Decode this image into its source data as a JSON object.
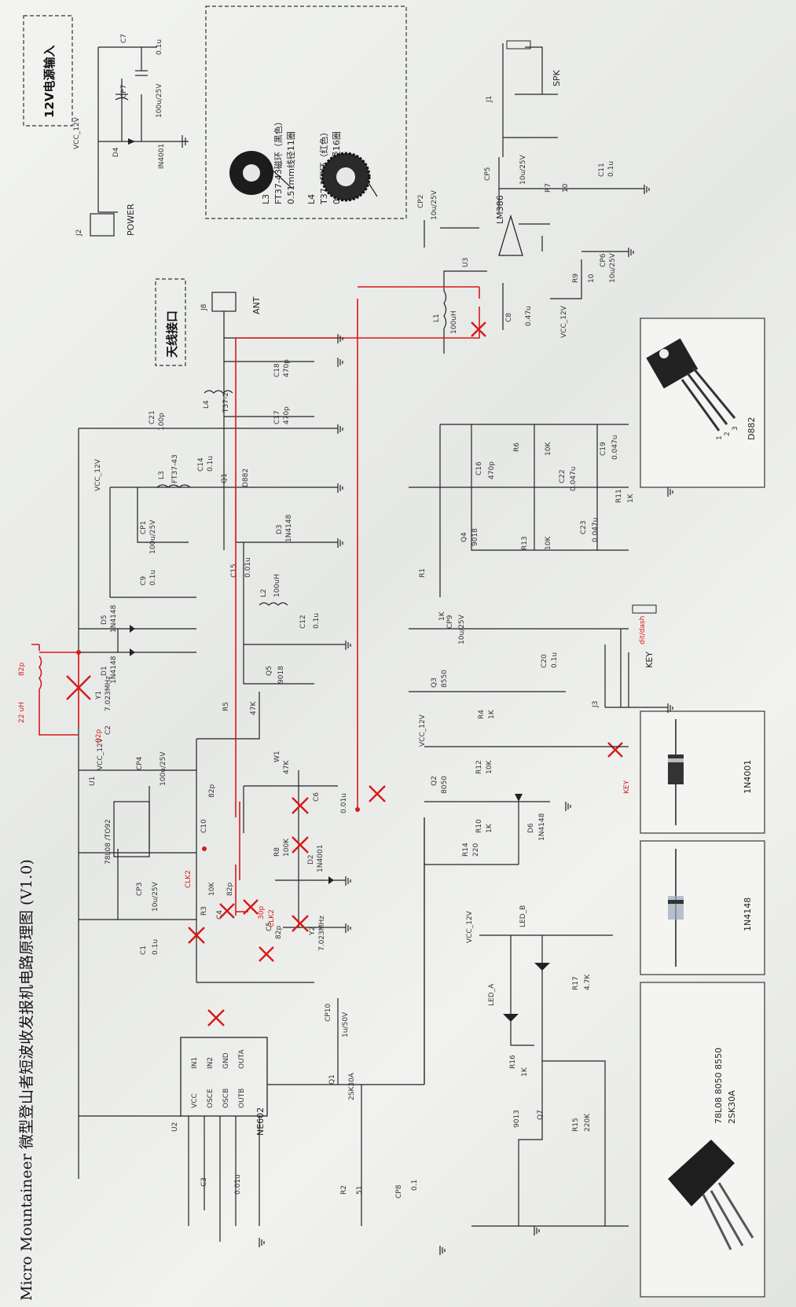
{
  "title": "Micro Mountaineer 微型登山者短波收发报机电路原理图 (V1.0)",
  "power_section": {
    "header": "12V电源输入",
    "vcc": "VCC_12V",
    "connector": "J2",
    "connector_label": "POWER",
    "diode": {
      "ref": "D4",
      "part": "IN4001"
    },
    "c7": {
      "ref": "C7",
      "value": "0.1u"
    },
    "cp7": {
      "ref": "CP7",
      "value": "100u/25V"
    }
  },
  "toroid_note": {
    "l3": "L3",
    "l3_desc": "FT37-43磁环（黑色）",
    "l3_wire": "0.51mm线径11圈",
    "l4": "L4",
    "l4_desc": "T37-2磁环（红色）",
    "l4_wire": "0.51mm线径16圈"
  },
  "antenna": {
    "header": "天线接口",
    "ref": "J8",
    "label": "ANT"
  },
  "audio": {
    "amp": "LM386",
    "amp_ref": "U3",
    "cp2": "CP2",
    "cp2_val": "10u/25V",
    "cp5": "CP5",
    "cp5_val": "10u/25V",
    "cp6": "CP6",
    "cp6_val": "10u/25V",
    "r7": "R7",
    "r7_val": "10",
    "c11": "C11",
    "c11_val": "0.1u",
    "r9": "R9",
    "r9_val": "10",
    "c8": "C8",
    "c8_val": "0.47u",
    "l1": "L1",
    "l1_val": "100uH",
    "jack": "J1",
    "spk": "SPK",
    "vcc": "VCC_12V"
  },
  "pa": {
    "q1": "Q1",
    "q1_part": "D882",
    "l3": "L3",
    "l3_part": "FT37-43",
    "l4": "L4",
    "l4_part": "T37-2",
    "c17": "C17",
    "c17_val": "470p",
    "c18": "C18",
    "c18_val": "470p",
    "c14": "C14",
    "c14_val": "0.1u",
    "c21": "C21",
    "c21_val": "100p",
    "cp1": "CP1",
    "cp1_val": "100u/25V",
    "c9": "C9",
    "c9_val": "0.1u",
    "d3": "D3",
    "d3_part": "1N4148",
    "c15": "C15",
    "c15_val": "0.01u",
    "l2": "L2",
    "l2_val": "100uH",
    "c12": "C12",
    "c12_val": "0.1u",
    "q5": "Q5",
    "q5_part": "9018",
    "r5": "R5",
    "r5_val": "47K",
    "vcc": "VCC_12V"
  },
  "osc": {
    "d5": "D5",
    "d5_part": "1N4148",
    "d1": "D1",
    "d1_part": "1N4148",
    "y1": "Y1",
    "y1_val": "7.023MHz",
    "c2": "C2",
    "r1": "22 uH",
    "r2": "82p",
    "r3": "82p",
    "u1": "U1",
    "u1_part": "78L08 /TO92",
    "cp4": "CP4",
    "cp4_val": "100u/25V",
    "cp3": "CP3",
    "cp3_val": "10u/25V",
    "c1": "C1",
    "c1_val": "0.1u",
    "c10": "C10",
    "c10_val": "82p",
    "clk2": "CLK2",
    "r3r": "R3",
    "r3r_val": "10K",
    "c4": "C4",
    "c4_val": "82p",
    "c5": "C5",
    "c5_val": "82p",
    "y2": "Y2",
    "y2_val": "7.023MHz",
    "d2": "D2",
    "d2_part": "1N4001",
    "r8": "R8",
    "r8_val": "100K",
    "c6": "C6",
    "c6_val": "0.01u",
    "w1": "W1",
    "w1_val": "47K",
    "add_cap": "30p",
    "add_cap_lbl": "CLK2",
    "vcc": "VCC_12V"
  },
  "mixer": {
    "u2": "U2",
    "u2_part": "NE602",
    "pins_left": [
      "IN1",
      "IN2",
      "GND",
      "OUTA"
    ],
    "pins_right": [
      "VCC",
      "OSCE",
      "OSCB",
      "OUTB"
    ],
    "c3": "C3",
    "c3_val": "0.01u",
    "r2": "R2",
    "r2_val": "51",
    "cp8": "CP8",
    "cp8_val": "0.1",
    "q1": "Q1",
    "q1_part": "2SK30A",
    "cp10": "CP10",
    "cp10_val": "1u/50V"
  },
  "sidetone": {
    "q4": "Q4",
    "q4_part": "9018",
    "c16": "C16",
    "c16_val": "470p",
    "r6": "R6",
    "r6_val": "10K",
    "c22": "C22",
    "c22_val": "0.047u",
    "c19": "C19",
    "c19_val": "0.047u",
    "r13": "R13",
    "r13_val": "10K",
    "c23": "C23",
    "c23_val": "0.047u",
    "r11": "R11",
    "r11_val": "1K",
    "r1": "R1",
    "r1_val": "1K",
    "cp9": "CP9",
    "cp9_val": "10u/25V"
  },
  "keying": {
    "q3": "Q3",
    "q3_part": "8550",
    "q2": "Q2",
    "q2_part": "8050",
    "r4": "R4",
    "r4_val": "1K",
    "c20": "C20",
    "c20_val": "0.1u",
    "r12": "R12",
    "r12_val": "10K",
    "r10": "R10",
    "r10_val": "1K",
    "d6": "D6",
    "d6_part": "1N4148",
    "r14": "R14",
    "r14_val": "220",
    "j3": "J3",
    "key": "KEY",
    "key_note": "dit/dash",
    "key_red": "KEY",
    "vcc": "VCC_12V"
  },
  "leds": {
    "vcc": "VCC_12V",
    "led_b": "LED_B",
    "led_a": "LED_A",
    "r17": "R17",
    "r17_val": "4.7K",
    "r16": "R16",
    "r16_val": "1K",
    "q7": "Q7",
    "q7_part": "9013",
    "r15": "R15",
    "r15_val": "220K"
  },
  "cards": {
    "d882": "D882",
    "pin_nums": [
      "1",
      "2",
      "3"
    ],
    "diode1": "1N4001",
    "diode2": "1N4148",
    "to92_parts": "78L08  8050  8550",
    "to92_parts2": "2SK30A"
  },
  "colors": {
    "wire": "#222222",
    "mod": "#d61a1a",
    "paper": "#eceeec"
  }
}
